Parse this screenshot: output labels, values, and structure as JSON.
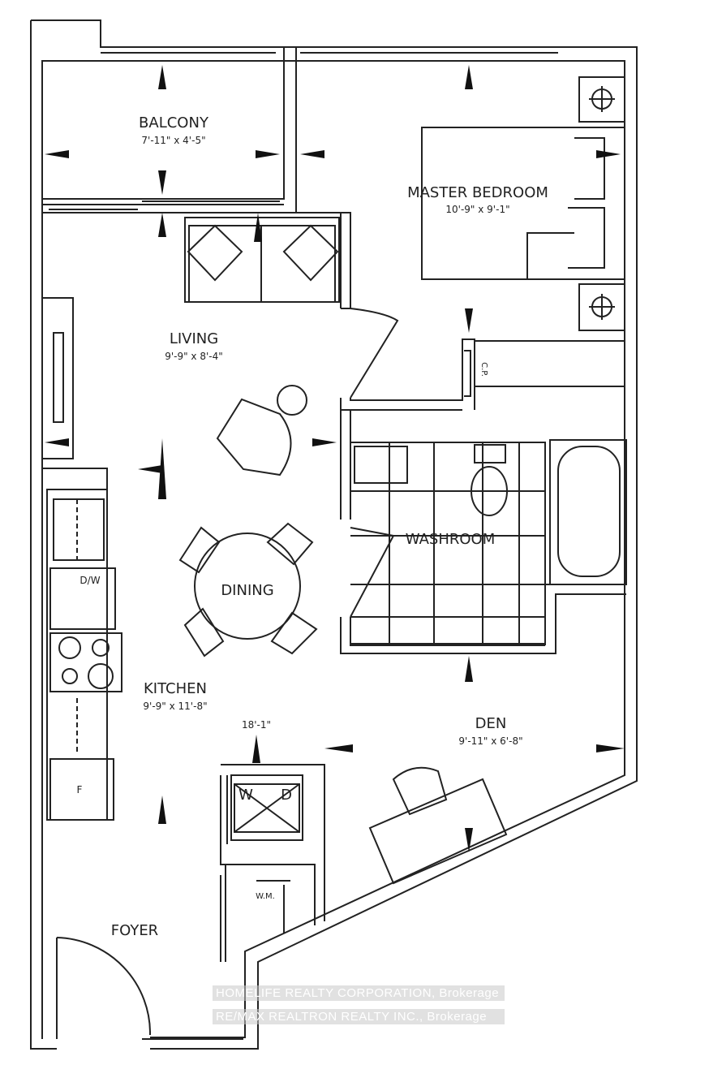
{
  "rooms": {
    "balcony": {
      "name": "BALCONY",
      "size": "7'-11\" x 4'-5\""
    },
    "master_bedroom": {
      "name": "MASTER BEDROOM",
      "size": "10'-9\" x 9'-1\""
    },
    "living": {
      "name": "LIVING",
      "size": "9'-9\" x 8'-4\""
    },
    "dining": {
      "name": "DINING"
    },
    "washroom": {
      "name": "WASHROOM"
    },
    "kitchen": {
      "name": "KITCHEN",
      "size": "9'-9\" x 11'-8\""
    },
    "den": {
      "name": "DEN",
      "size": "9'-11\" x 6'-8\""
    },
    "foyer": {
      "name": "FOYER"
    }
  },
  "fixtures": {
    "dishwasher": "D/W",
    "fridge": "F",
    "washer": "W",
    "dryer": "D",
    "water_meter": "W.M.",
    "closet": "C.P."
  },
  "dimension": "18'-1\"",
  "watermark": {
    "line1": "HOMELIFE REALTY CORPORATION, Brokerage",
    "line2": "RE/MAX REALTRON REALTY INC., Brokerage"
  }
}
